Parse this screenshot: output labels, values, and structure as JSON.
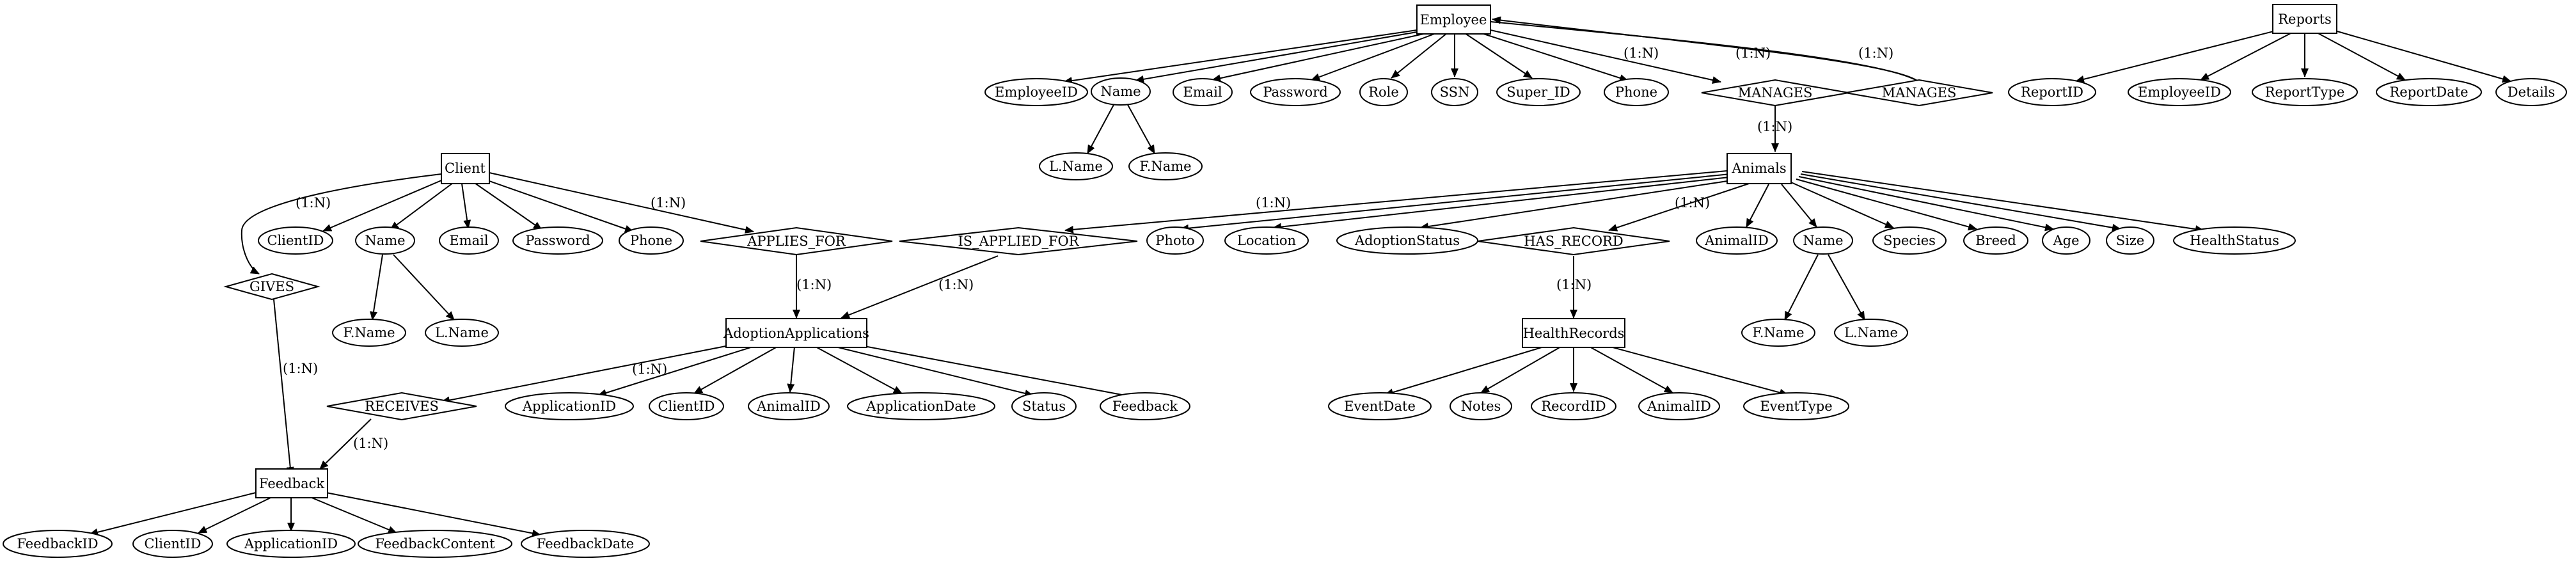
{
  "entities": {
    "employee": "Employee",
    "reports": "Reports",
    "client": "Client",
    "animals": "Animals",
    "adoption_applications": "AdoptionApplications",
    "health_records": "HealthRecords",
    "feedback": "Feedback"
  },
  "relationships": {
    "manages_1": "MANAGES",
    "manages_2": "MANAGES",
    "applies_for": "APPLIES_FOR",
    "is_applied_for": "IS_APPLIED_FOR",
    "has_record": "HAS_RECORD",
    "gives": "GIVES",
    "receives": "RECEIVES"
  },
  "attributes": {
    "employee": [
      "EmployeeID",
      "Name",
      "Email",
      "Password",
      "Role",
      "SSN",
      "Super_ID",
      "Phone"
    ],
    "employee_name": [
      "L.Name",
      "F.Name"
    ],
    "reports": [
      "ReportID",
      "EmployeeID",
      "ReportType",
      "ReportDate",
      "Details"
    ],
    "client": [
      "ClientID",
      "Name",
      "Email",
      "Password",
      "Phone"
    ],
    "client_name": [
      "F.Name",
      "L.Name"
    ],
    "animals": [
      "Photo",
      "Location",
      "AdoptionStatus",
      "AnimalID",
      "Name",
      "Species",
      "Breed",
      "Age",
      "Size",
      "HealthStatus"
    ],
    "animal_name": [
      "F.Name",
      "L.Name"
    ],
    "adoption_applications": [
      "ApplicationID",
      "ClientID",
      "AnimalID",
      "ApplicationDate",
      "Status",
      "Feedback"
    ],
    "health_records": [
      "EventDate",
      "Notes",
      "RecordID",
      "AnimalID",
      "EventType"
    ],
    "feedback": [
      "FeedbackID",
      "ClientID",
      "ApplicationID",
      "FeedbackContent",
      "FeedbackDate"
    ]
  },
  "cardinality": "(1:N)"
}
